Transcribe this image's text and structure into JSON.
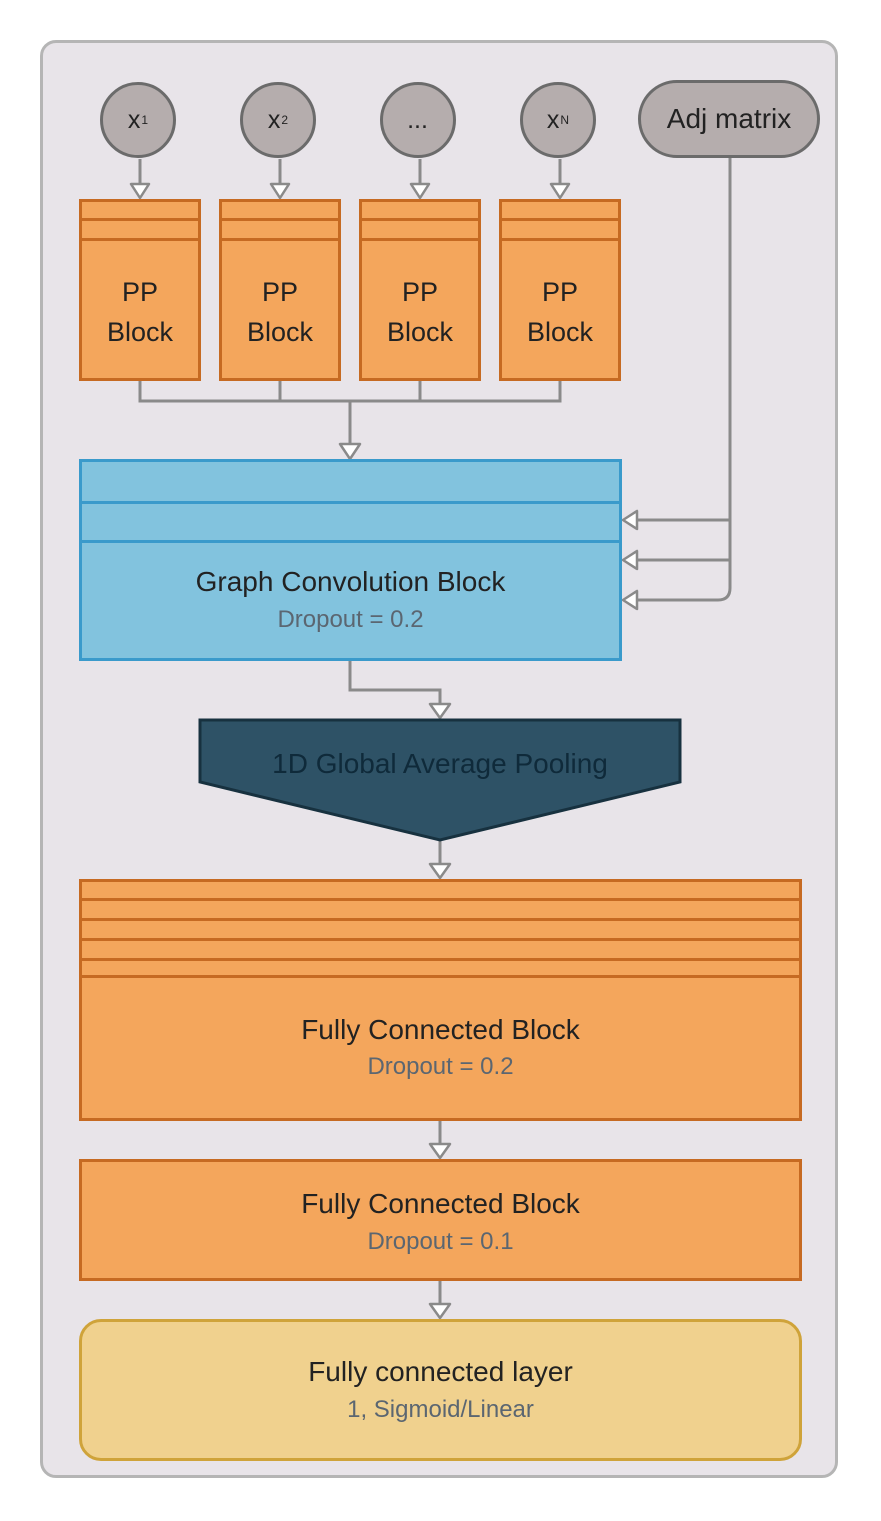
{
  "inputs": [
    {
      "main": "x",
      "sub": "1"
    },
    {
      "main": "x",
      "sub": "2"
    },
    {
      "main": "...",
      "sub": ""
    },
    {
      "main": "x",
      "sub": "N"
    }
  ],
  "adj_matrix": "Adj matrix",
  "pp_blocks": [
    {
      "line1": "PP",
      "line2": "Block"
    },
    {
      "line1": "PP",
      "line2": "Block"
    },
    {
      "line1": "PP",
      "line2": "Block"
    },
    {
      "line1": "PP",
      "line2": "Block"
    }
  ],
  "graph_conv": {
    "title": "Graph Convolution Block",
    "sub": "Dropout = 0.2"
  },
  "pooling": {
    "title": "1D Global Average Pooling"
  },
  "fc_block_1": {
    "title": "Fully Connected Block",
    "sub": "Dropout = 0.2"
  },
  "fc_block_2": {
    "title": "Fully Connected Block",
    "sub": "Dropout = 0.1"
  },
  "fc_layer": {
    "title": "Fully connected layer",
    "sub": "1, Sigmoid/Linear"
  },
  "colors": {
    "frame_bg": "#e8e4e9",
    "orange": "#f4a65c",
    "orange_border": "#c66a22",
    "blue": "#82c3de",
    "blue_border": "#3a9acb",
    "dark_teal": "#2e5266",
    "yellow": "#f0d18e",
    "node_gray": "#b5adad",
    "wire_gray": "#8a8a8a"
  }
}
